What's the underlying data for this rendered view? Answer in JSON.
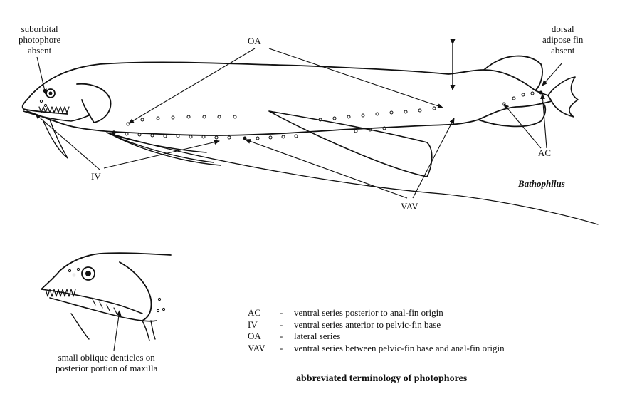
{
  "labels": {
    "suborbital": [
      "suborbital",
      "photophore",
      "absent"
    ],
    "oa": "OA",
    "dorsal_adipose": [
      "dorsal",
      "adipose fin",
      "absent"
    ],
    "ac": "AC",
    "iv": "IV",
    "vav": "VAV",
    "genus": "Bathophilus",
    "denticles": [
      "small oblique denticles on",
      "posterior portion of maxilla"
    ]
  },
  "legend": [
    {
      "abbr": "AC",
      "dash": "-",
      "desc": "ventral series posterior to anal-fin origin"
    },
    {
      "abbr": "IV",
      "dash": "-",
      "desc": "ventral series anterior to pelvic-fin base"
    },
    {
      "abbr": "OA",
      "dash": "-",
      "desc": "lateral series"
    },
    {
      "abbr": "VAV",
      "dash": "-",
      "desc": "ventral series between pelvic-fin base and anal-fin origin"
    }
  ],
  "caption": "abbreviated terminology of photophores"
}
